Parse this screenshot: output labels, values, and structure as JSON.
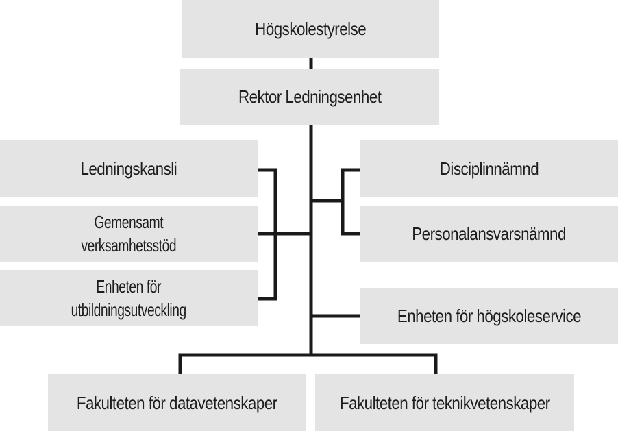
{
  "nodes": {
    "board": "Högskolestyrelse",
    "rector": "Rektor Ledningsenhet",
    "office": "Ledningskansli",
    "support": [
      "Gemensamt",
      "verksamhetsstöd"
    ],
    "education": [
      "Enheten för",
      "utbildningsutveckling"
    ],
    "discipline": "Disciplinnämnd",
    "staff": "Personalansvarsnämnd",
    "service": "Enheten för högskoleservice",
    "faculty_cs": "Fakulteten för datavetenskaper",
    "faculty_tech": "Fakulteten för teknikvetenskaper"
  }
}
